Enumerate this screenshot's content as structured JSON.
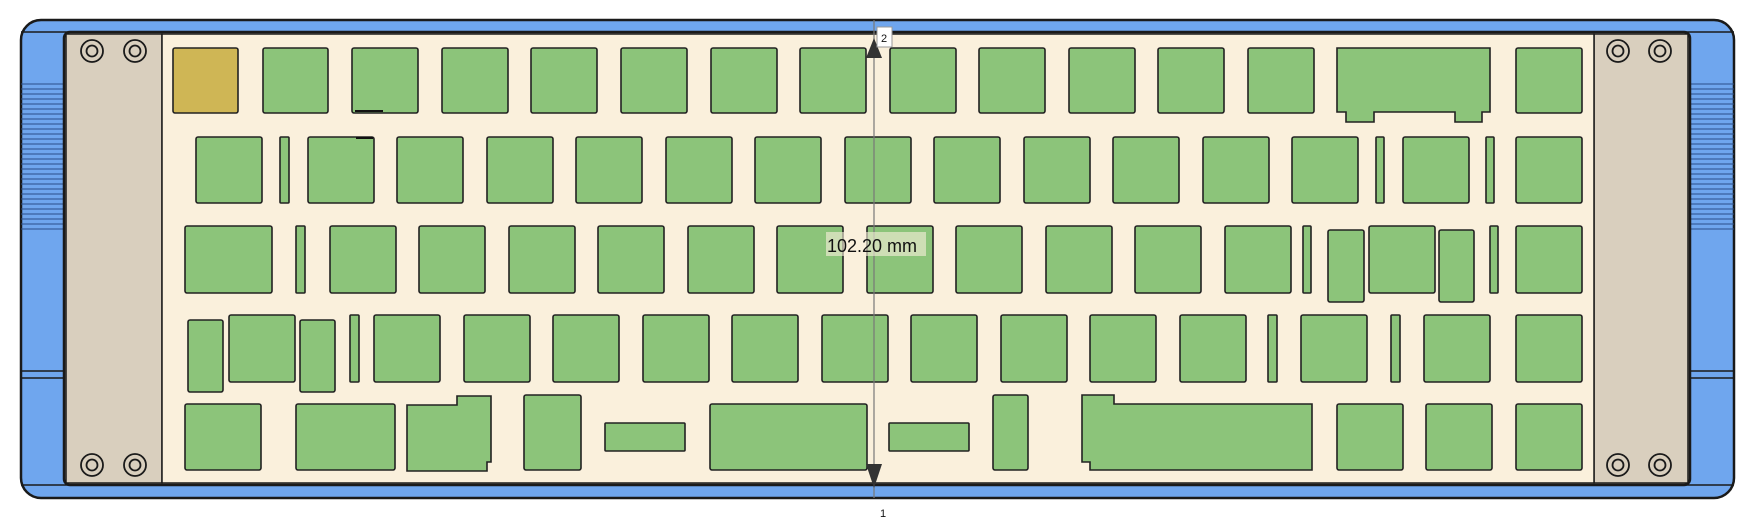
{
  "drawing": {
    "dimension_label": "102.20 mm",
    "marker_top_label": "2",
    "marker_bottom_label": "1",
    "colors": {
      "case_outline": "#6fa6ee",
      "side_panel": "#d9cfbe",
      "plate": "#faf0dc",
      "key_cutout": "#8cc47a",
      "selected_key": "#cfb655",
      "stroke": "#222222",
      "dimension_line": "#777777"
    }
  }
}
